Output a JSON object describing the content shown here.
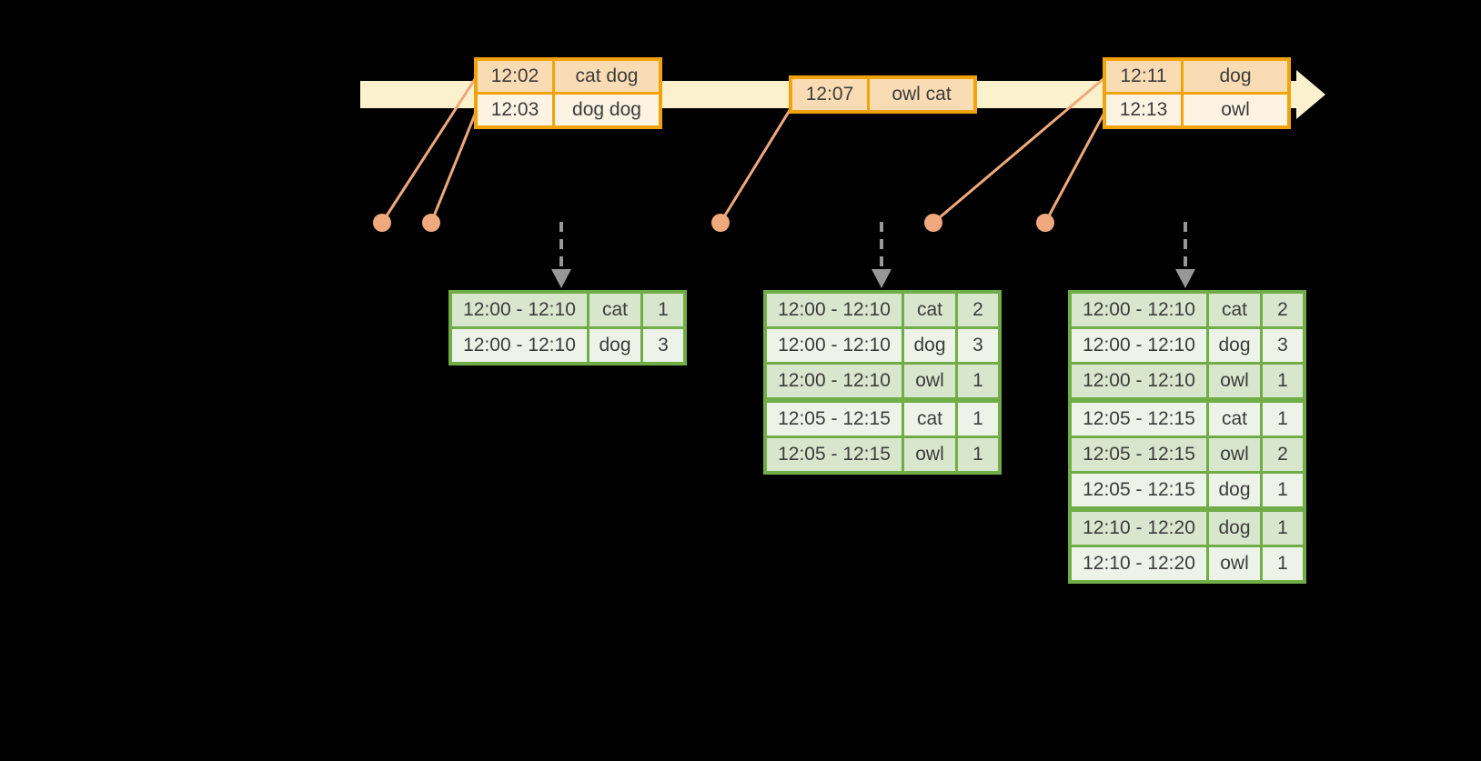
{
  "palette": {
    "background": "#000000",
    "timeline_fill": "#FBF1CD",
    "event_border": "#F0A30A",
    "event_row_dark": "#FADCB4",
    "event_row_light": "#FDF3E3",
    "connector": "#F0A97C",
    "trigger_arrow": "#979797",
    "result_border": "#70AD47",
    "result_row_dark": "#D9E6CE",
    "result_row_light": "#EEF3EA",
    "text": "#3C3C3C"
  },
  "timeline": {
    "event_batches": [
      {
        "rows": [
          {
            "time": "12:02",
            "words": "cat dog"
          },
          {
            "time": "12:03",
            "words": "dog dog"
          }
        ]
      },
      {
        "rows": [
          {
            "time": "12:07",
            "words": "owl cat"
          }
        ]
      },
      {
        "rows": [
          {
            "time": "12:11",
            "words": "dog"
          },
          {
            "time": "12:13",
            "words": "owl"
          }
        ]
      }
    ]
  },
  "result_tables": [
    {
      "rows": [
        {
          "window": "12:00 - 12:10",
          "word": "cat",
          "count": "1"
        },
        {
          "window": "12:00 - 12:10",
          "word": "dog",
          "count": "3"
        }
      ]
    },
    {
      "rows": [
        {
          "window": "12:00 - 12:10",
          "word": "cat",
          "count": "2"
        },
        {
          "window": "12:00 - 12:10",
          "word": "dog",
          "count": "3"
        },
        {
          "window": "12:00 - 12:10",
          "word": "owl",
          "count": "1"
        },
        {
          "window": "12:05 - 12:15",
          "word": "cat",
          "count": "1",
          "group_start": true
        },
        {
          "window": "12:05 - 12:15",
          "word": "owl",
          "count": "1"
        }
      ]
    },
    {
      "rows": [
        {
          "window": "12:00 - 12:10",
          "word": "cat",
          "count": "2"
        },
        {
          "window": "12:00 - 12:10",
          "word": "dog",
          "count": "3"
        },
        {
          "window": "12:00 - 12:10",
          "word": "owl",
          "count": "1"
        },
        {
          "window": "12:05 - 12:15",
          "word": "cat",
          "count": "1",
          "group_start": true
        },
        {
          "window": "12:05 - 12:15",
          "word": "owl",
          "count": "2"
        },
        {
          "window": "12:05 - 12:15",
          "word": "dog",
          "count": "1"
        },
        {
          "window": "12:10 - 12:20",
          "word": "dog",
          "count": "1",
          "group_start": true
        },
        {
          "window": "12:10 - 12:20",
          "word": "owl",
          "count": "1"
        }
      ]
    }
  ]
}
